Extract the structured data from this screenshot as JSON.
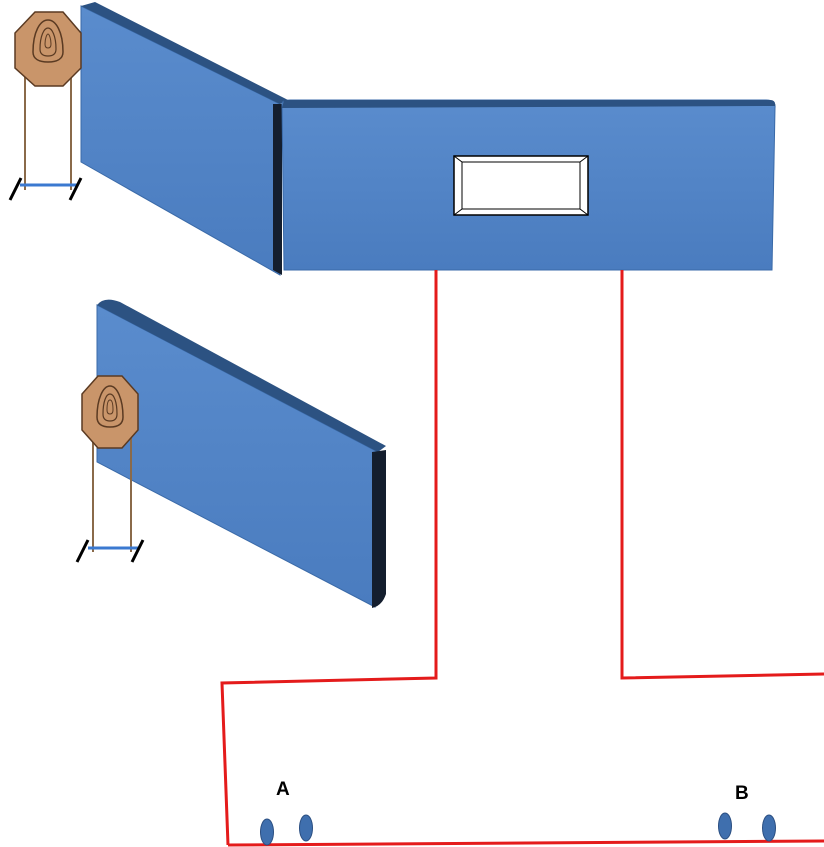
{
  "diagram": {
    "labels": {
      "a": "A",
      "b": "B"
    },
    "colors": {
      "background": "#ffffff",
      "wall_face": "#4f81c4",
      "wall_top": "#2c5282",
      "wall_edge": "#141e2e",
      "fault_line": "#e41b1b",
      "target_fill": "#c9956a",
      "target_outline": "#5a3a22",
      "stand_post": "#8a6a4a",
      "stand_base": "#3b79d0",
      "shooting_marker": "#3f6fae"
    },
    "elements": {
      "walls": [
        "left-angled-wall",
        "front-wall-with-window",
        "lower-angled-wall"
      ],
      "targets": [
        "upper-target",
        "lower-target"
      ],
      "icons": [
        "target-icon",
        "target-stand-icon",
        "shooting-position-marker"
      ]
    }
  }
}
